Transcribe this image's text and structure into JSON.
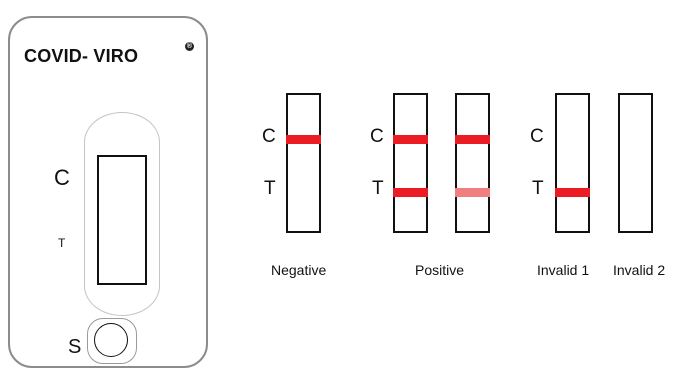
{
  "cassette": {
    "brand": "COVID- VIRO",
    "registered_mark": "®",
    "control_label": "C",
    "test_label": "T",
    "sample_label": "S"
  },
  "results": {
    "strip_control_label": "C",
    "strip_test_label": "T",
    "negative_caption": "Negative",
    "positive_caption": "Positive",
    "invalid1_caption": "Invalid 1",
    "invalid2_caption": "Invalid 2"
  },
  "colors": {
    "band": "#ec1c24",
    "faint_band": "#f08080",
    "outline": "#111111"
  }
}
